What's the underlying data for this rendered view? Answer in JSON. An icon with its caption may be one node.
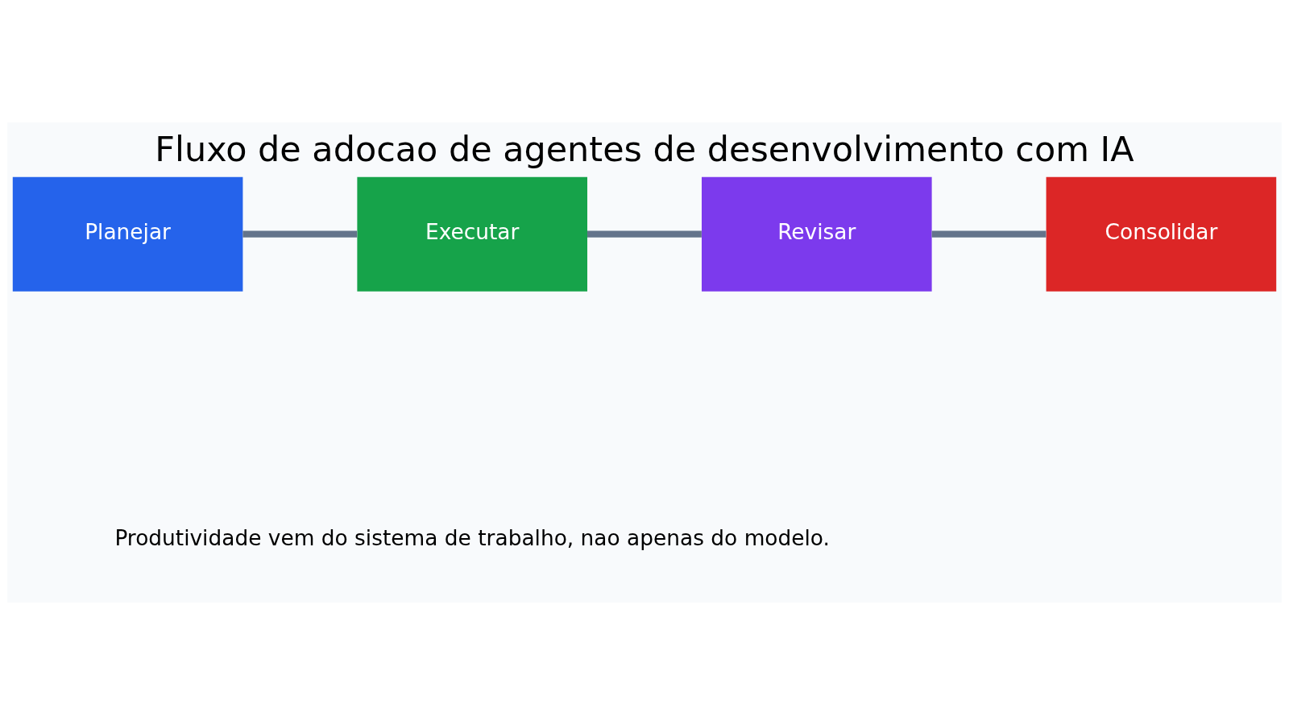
{
  "diagram": {
    "title": "Fluxo de adocao de agentes de desenvolvimento com IA",
    "caption": "Produtividade vem do sistema de trabalho, nao apenas do modelo.",
    "nodes": [
      {
        "text": [
          "Planejar"
        ]
      },
      {
        "text": [
          "Executar"
        ]
      },
      {
        "text": [
          "Revisar"
        ]
      },
      {
        "text": [
          "Consolidar"
        ]
      }
    ],
    "edges": [
      {
        "from": 0,
        "to": 1,
        "arrow": "none"
      },
      {
        "from": 1,
        "to": 2,
        "arrow": "none"
      },
      {
        "from": 2,
        "to": 3,
        "arrow": "none"
      }
    ]
  }
}
